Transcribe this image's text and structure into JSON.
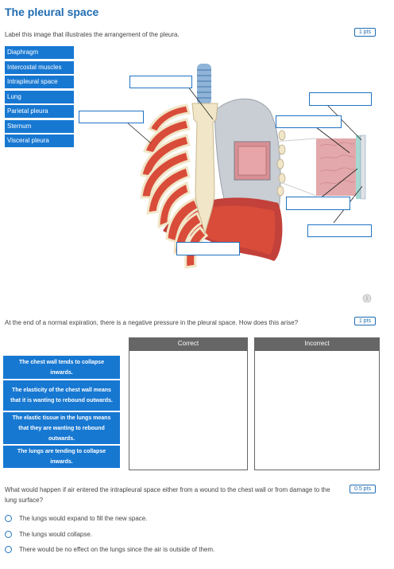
{
  "q1": {
    "title": "The pleural space",
    "prompt": "Label this image that illustrates the arrangement of the pleura.",
    "points": "1 pts",
    "labels": [
      "Diaphragm",
      "Intercostal muscles",
      "Intrapleural space",
      "Lung",
      "Parietal pleura",
      "Sternum",
      "Visceral pleura"
    ]
  },
  "q2": {
    "prompt": "At the end of a normal expiration, there is a negative pressure in the pleural space. How does this arise?",
    "points": "1 pts",
    "items": [
      "The chest wall tends to collapse inwards.",
      "The elasticity of the chest wall means that it is wanting to rebound outwards.",
      "The elastic tissue in the lungs means that they are wanting to rebound outwards.",
      "The lungs are tending to collapse inwards."
    ],
    "correct_label": "Correct",
    "incorrect_label": "Incorrect"
  },
  "q3": {
    "prompt": "What would happen if air entered the intrapleural space either from a wound to the chest wall or from damage to the lung surface?",
    "points": "0.5 pts",
    "options": [
      "The lungs would expand to fill the new space.",
      "The lungs would collapse.",
      "There would be no effect on the lungs since the air is outside of them."
    ]
  },
  "colors": {
    "accent": "#1f6cb1",
    "chip": "#1778d2",
    "column_header": "#666666",
    "muscle": "#d94c3a",
    "bone": "#f1e6c8",
    "lung": "#c9ced4",
    "trachea": "#8fb4d8"
  },
  "icons": {
    "figure_info": "info-icon"
  }
}
